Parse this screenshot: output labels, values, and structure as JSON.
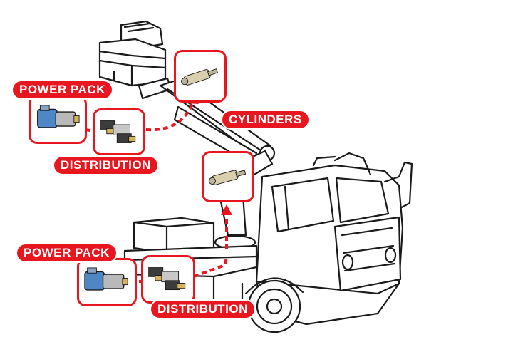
{
  "labels": {
    "power_pack_top": "POWER PACK",
    "distribution_top": "DISTRIBUTION",
    "cylinders": "CYLINDERS",
    "power_pack_bottom": "POWER PACK",
    "distribution_bottom": "DISTRIBUTION"
  },
  "colors": {
    "accent": "#e8171f",
    "line_art": "#1a1a1a",
    "motor_blue": "#4f86c6",
    "cylinder_beige": "#d9cfae"
  },
  "icons": [
    "truck-illustration",
    "power-pack-icon",
    "distribution-valve-icon",
    "cylinder-icon",
    "flow-arrow-icon"
  ]
}
